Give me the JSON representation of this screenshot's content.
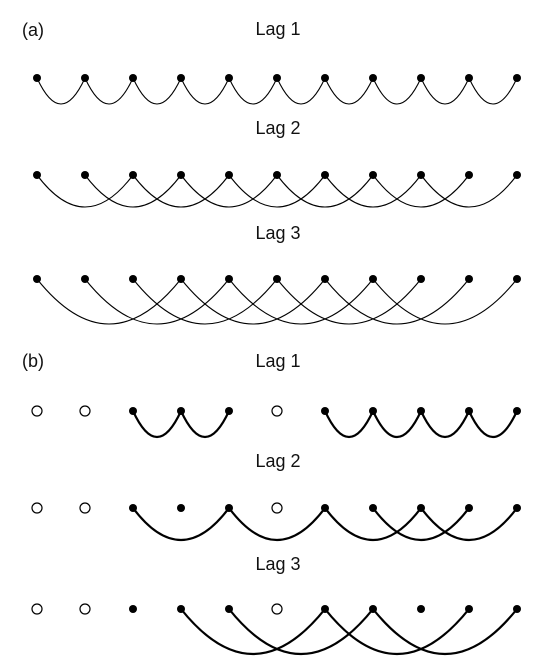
{
  "panels": [
    {
      "label": "(a)",
      "rows": [
        {
          "title": "Lag 1",
          "lag": 1,
          "observed": [
            true,
            true,
            true,
            true,
            true,
            true,
            true,
            true,
            true,
            true,
            true
          ]
        },
        {
          "title": "Lag 2",
          "lag": 2,
          "observed": [
            true,
            true,
            true,
            true,
            true,
            true,
            true,
            true,
            true,
            true,
            true
          ]
        },
        {
          "title": "Lag 3",
          "lag": 3,
          "observed": [
            true,
            true,
            true,
            true,
            true,
            true,
            true,
            true,
            true,
            true,
            true
          ]
        }
      ]
    },
    {
      "label": "(b)",
      "rows": [
        {
          "title": "Lag 1",
          "lag": 1,
          "observed": [
            false,
            false,
            true,
            true,
            true,
            false,
            true,
            true,
            true,
            true,
            true
          ]
        },
        {
          "title": "Lag 2",
          "lag": 2,
          "observed": [
            false,
            false,
            true,
            true,
            true,
            false,
            true,
            true,
            true,
            true,
            true
          ]
        },
        {
          "title": "Lag 3",
          "lag": 3,
          "observed": [
            false,
            false,
            true,
            true,
            true,
            false,
            true,
            true,
            true,
            true,
            true
          ]
        }
      ]
    }
  ],
  "colors": {
    "ink": "#000000",
    "background": "#ffffff"
  }
}
